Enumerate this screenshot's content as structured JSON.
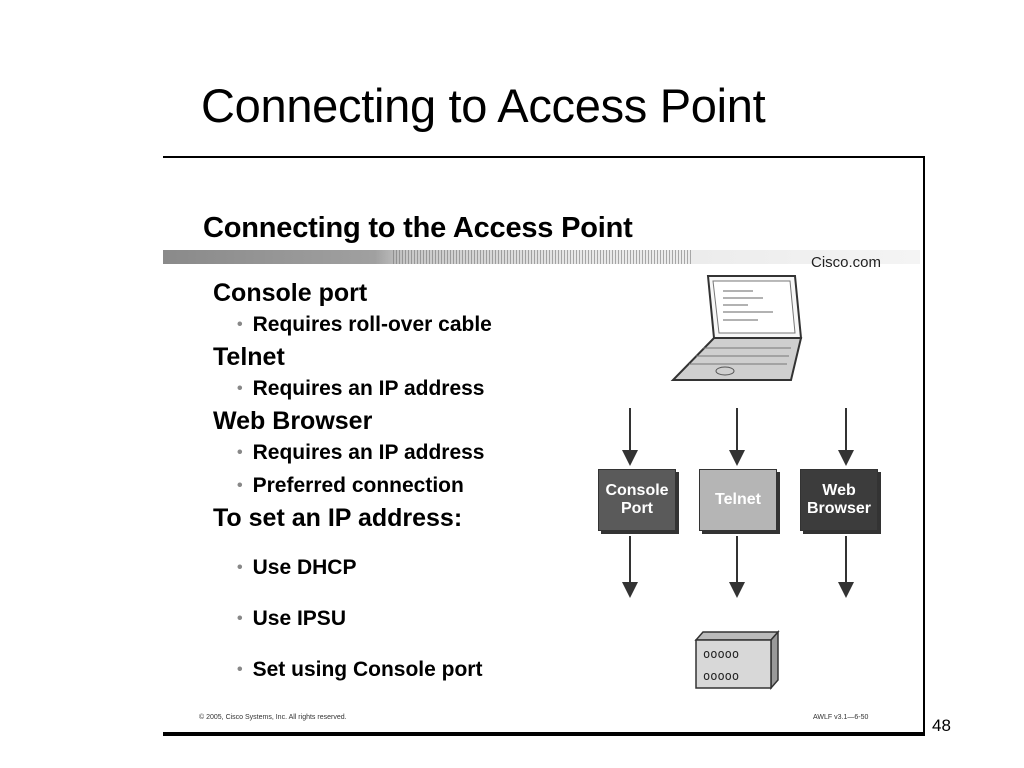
{
  "slide": {
    "title": "Connecting to Access Point",
    "page_number": "48"
  },
  "panel": {
    "title": "Connecting to the Access Point",
    "brand": "Cisco.com",
    "sections": [
      {
        "heading": "Console port",
        "bullets": [
          "Requires roll-over cable"
        ]
      },
      {
        "heading": "Telnet",
        "bullets": [
          "Requires an IP address"
        ]
      },
      {
        "heading": "Web Browser",
        "bullets": [
          "Requires an IP address",
          "Preferred connection"
        ]
      },
      {
        "heading": "To set an IP address:",
        "bullets": [
          "Use DHCP",
          "Use IPSU",
          "Set using Console port"
        ]
      }
    ],
    "footer_left": "© 2005, Cisco Systems, Inc. All rights reserved.",
    "footer_right": "AWLF v3.1—6-50"
  },
  "diagram": {
    "boxes": [
      {
        "label": "Console\nPort"
      },
      {
        "label": "Telnet"
      },
      {
        "label": "Web\nBrowser"
      }
    ],
    "computer_icon": "laptop-icon",
    "device_icon": "access-point-icon"
  }
}
